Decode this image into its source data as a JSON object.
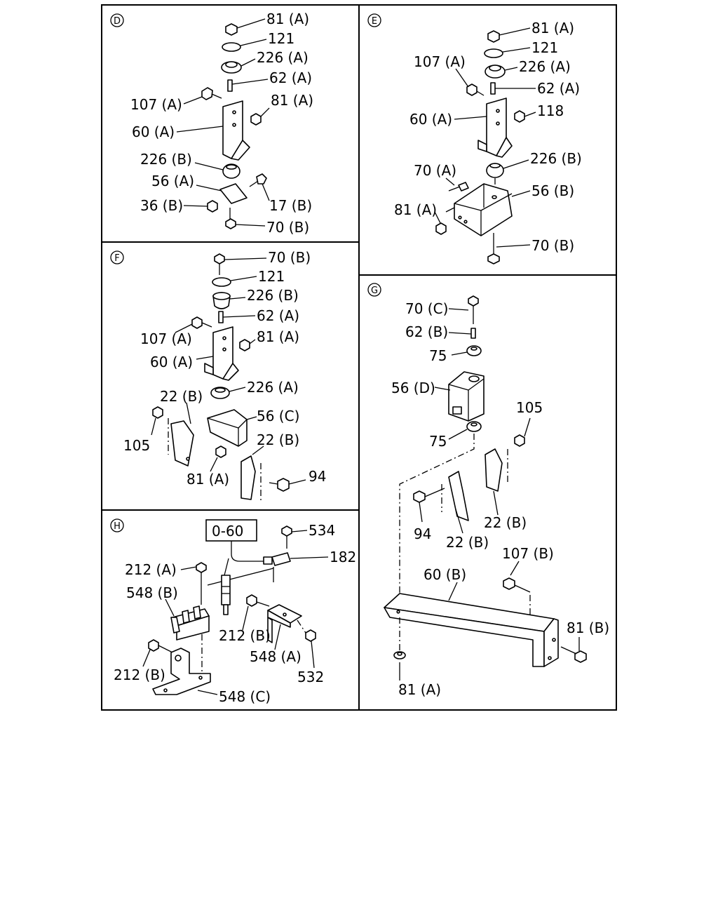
{
  "sections": {
    "D": {
      "marker": "D",
      "labels": [
        "81 (A)",
        "121",
        "226 (A)",
        "62 (A)",
        "107 (A)",
        "81 (A)",
        "60 (A)",
        "226 (B)",
        "56 (A)",
        "36 (B)",
        "17 (B)",
        "70 (B)"
      ]
    },
    "E": {
      "marker": "E",
      "labels": [
        "81 (A)",
        "121",
        "107 (A)",
        "226 (A)",
        "62 (A)",
        "60 (A)",
        "118",
        "226 (B)",
        "70 (A)",
        "56 (B)",
        "81 (A)",
        "70 (B)"
      ]
    },
    "F": {
      "marker": "F",
      "labels": [
        "70 (B)",
        "121",
        "226 (B)",
        "62 (A)",
        "107 (A)",
        "81 (A)",
        "60 (A)",
        "226 (A)",
        "22 (B)",
        "56 (C)",
        "105",
        "22 (B)",
        "81 (A)",
        "94"
      ]
    },
    "G": {
      "marker": "G",
      "labels": [
        "70 (C)",
        "62 (B)",
        "75",
        "56 (D)",
        "105",
        "75",
        "22 (B)",
        "94",
        "22 (B)",
        "107 (B)",
        "60 (B)",
        "81 (B)",
        "81 (A)"
      ]
    },
    "H": {
      "marker": "H",
      "ref_box": "0-60",
      "labels": [
        "534",
        "182",
        "212 (A)",
        "548 (B)",
        "212 (B)",
        "548 (A)",
        "212 (B)",
        "532",
        "548 (C)"
      ]
    }
  }
}
